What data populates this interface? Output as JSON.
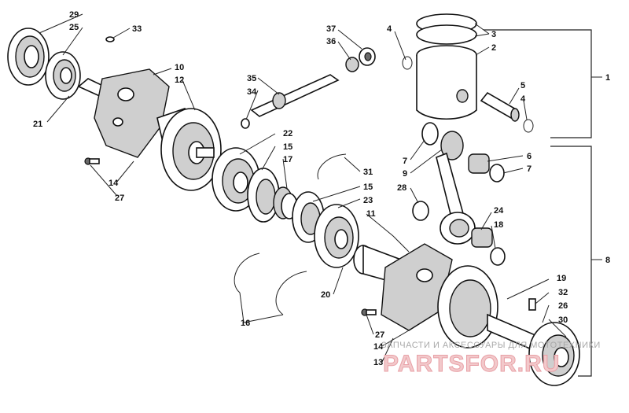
{
  "callouts": {
    "c1": "1",
    "c2": "2",
    "c3": "3",
    "c4a": "4",
    "c4b": "4",
    "c5": "5",
    "c6": "6",
    "c7a": "7",
    "c7b": "7",
    "c8": "8",
    "c9": "9",
    "c10": "10",
    "c11": "11",
    "c12": "12",
    "c13": "13",
    "c14a": "14",
    "c14b": "14",
    "c15a": "15",
    "c15b": "15",
    "c16": "16",
    "c17": "17",
    "c18": "18",
    "c19": "19",
    "c20": "20",
    "c21": "21",
    "c22": "22",
    "c23": "23",
    "c24": "24",
    "c25": "25",
    "c26": "26",
    "c27a": "27",
    "c27b": "27",
    "c28": "28",
    "c29": "29",
    "c30": "30",
    "c31": "31",
    "c32": "32",
    "c33": "33",
    "c34": "34",
    "c35": "35",
    "c36": "36",
    "c37": "37"
  },
  "watermark": {
    "text": "ЗАПЧАСТИ И АКСЕССУАРЫ ДЛЯ МОТОТЕХНИКИ",
    "logo": "PARTSFOR.RU"
  }
}
